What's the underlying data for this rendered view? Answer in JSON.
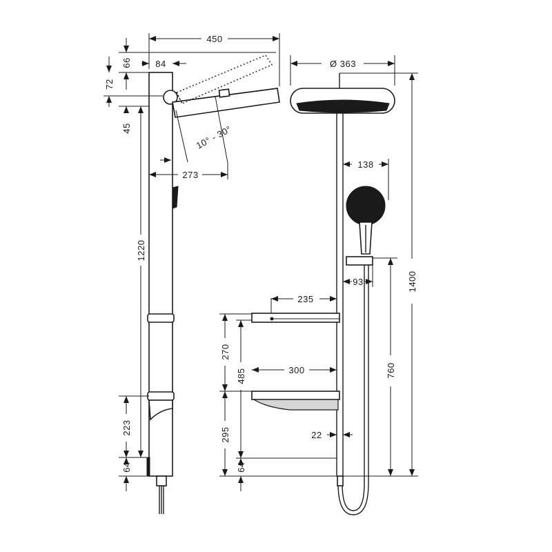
{
  "dimensions": {
    "total_depth_450": "450",
    "arm_offset_84": "84",
    "top_66": "66",
    "top_72": "72",
    "top_45": "45",
    "angle": "10° - 30°",
    "reach_273": "273",
    "column_1220": "1220",
    "bottom_223": "223",
    "bottom_64_left": "64",
    "head_diameter": "Ø 363",
    "hand_138": "138",
    "holder_93": "93",
    "shelf_235": "235",
    "shelf_300": "300",
    "gap_270": "270",
    "height_485": "485",
    "height_295": "295",
    "gap_22": "22",
    "bottom_64_right": "64",
    "height_760": "760",
    "height_1400": "1400"
  }
}
